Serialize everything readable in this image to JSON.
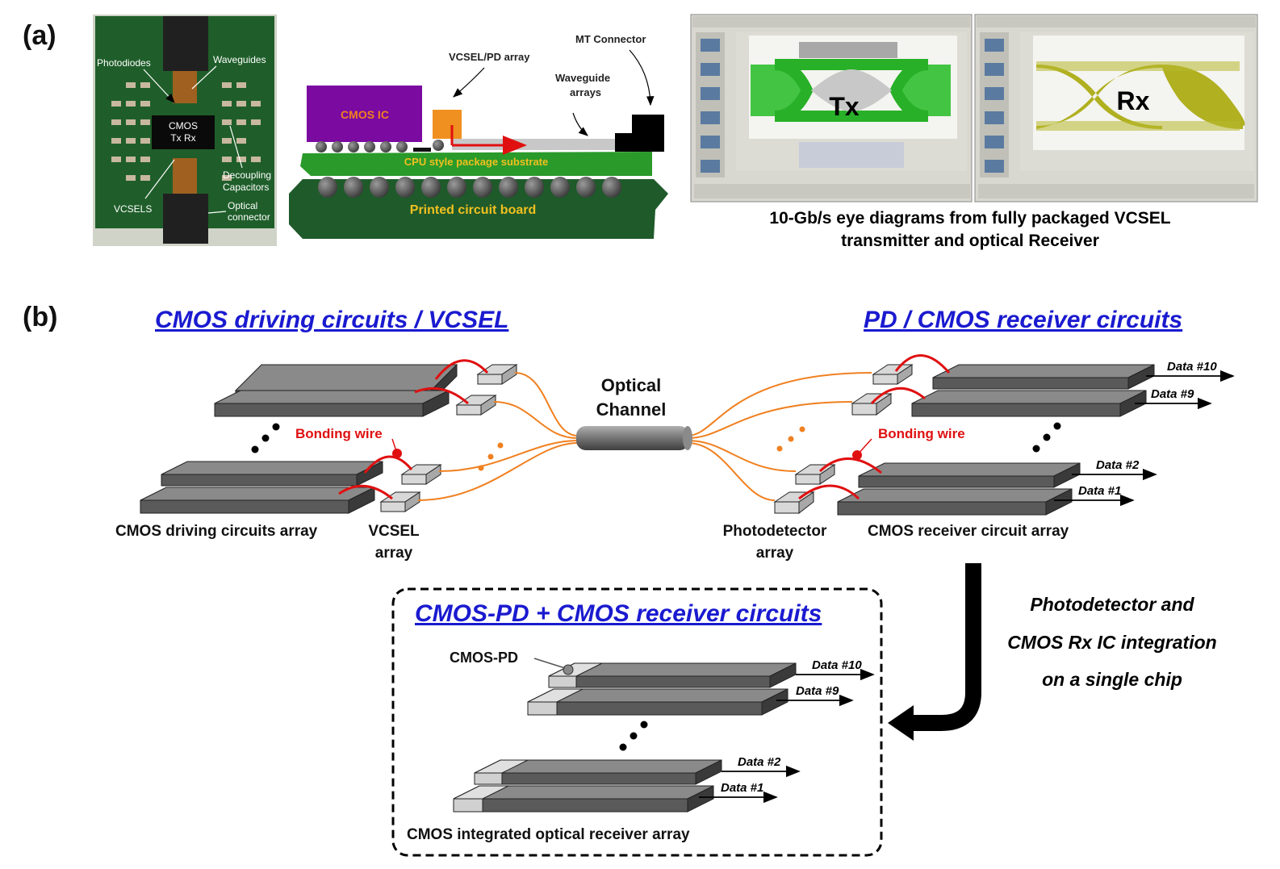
{
  "panel_a": {
    "label": "(a)",
    "photo": {
      "chip_label_line1": "CMOS",
      "chip_label_line2": "Tx Rx",
      "photodiodes": "Photodiodes",
      "waveguides": "Waveguides",
      "decoupling_line1": "Decoupling",
      "decoupling_line2": "Capacitors",
      "vcsels": "VCSELS",
      "optical_connector_line1": "Optical",
      "optical_connector_line2": "connector"
    },
    "package": {
      "cmos_ic": "CMOS IC",
      "vcsel_pd_array": "VCSEL/PD array",
      "mt_connector": "MT Connector",
      "waveguide_arrays_line1": "Waveguide",
      "waveguide_arrays_line2": "arrays",
      "substrate": "CPU style package substrate",
      "pcb": "Printed circuit board"
    },
    "eye": {
      "tx": "Tx",
      "rx": "Rx",
      "caption_line1": "10-Gb/s eye diagrams from fully packaged VCSEL",
      "caption_line2": "transmitter and optical Receiver"
    }
  },
  "panel_b": {
    "label": "(b)",
    "left_title": "CMOS driving circuits / VCSEL",
    "right_title": "PD / CMOS receiver circuits",
    "optical_channel_line1": "Optical",
    "optical_channel_line2": "Channel",
    "bonding_wire_left": "Bonding wire",
    "bonding_wire_right": "Bonding wire",
    "cmos_driving_array": "CMOS driving circuits array",
    "vcsel_array_line1": "VCSEL",
    "vcsel_array_line2": "array",
    "pd_array_line1": "Photodetector",
    "pd_array_line2": "array",
    "cmos_rx_array": "CMOS receiver circuit array",
    "data_10": "Data #10",
    "data_9": "Data #9",
    "data_2": "Data #2",
    "data_1": "Data #1",
    "integration_line1": "Photodetector and",
    "integration_line2": "CMOS  Rx IC integration",
    "integration_line3": "on a single chip",
    "box_title": "CMOS-PD + CMOS receiver circuits",
    "cmos_pd": "CMOS-PD",
    "box_data_10": "Data #10",
    "box_data_9": "Data #9",
    "box_data_2": "Data #2",
    "box_data_1": "Data #1",
    "box_caption": "CMOS integrated optical receiver array"
  },
  "colors": {
    "blue_title": "#1a1ad0",
    "red": "#e01010",
    "orange_fiber": "#f08020",
    "bar_dark": "#6a6a6a",
    "pcb_green": "#1f5a2a",
    "substrate_green": "#2a9a2a",
    "cmos_purple": "#7a0aa0"
  }
}
